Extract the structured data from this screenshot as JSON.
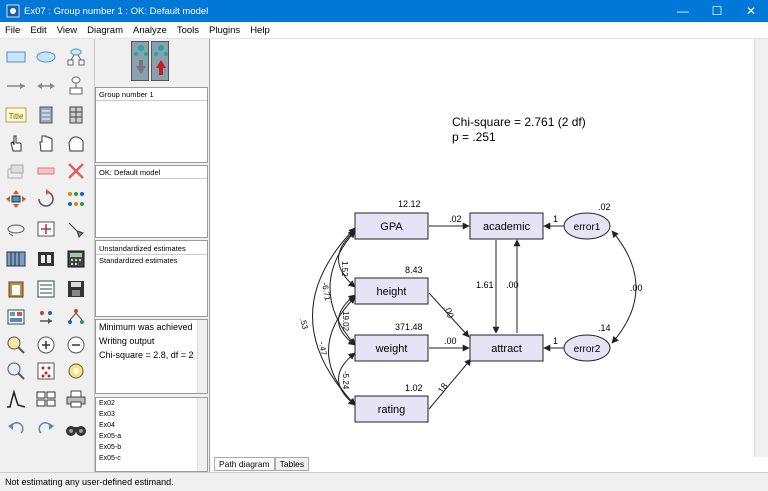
{
  "window": {
    "title": "Ex07 : Group number 1 : OK: Default model",
    "controls": [
      "minimize",
      "maximize",
      "close"
    ]
  },
  "menu": [
    "File",
    "Edit",
    "View",
    "Diagram",
    "Analyze",
    "Tools",
    "Plugins",
    "Help"
  ],
  "toolbox": {
    "icons": [
      "draw-observed-icon",
      "draw-unobserved-icon",
      "draw-latent-icon",
      "draw-path-icon",
      "draw-covariance-icon",
      "unique-variable-icon",
      "title-icon",
      "list-variables-icon",
      "list-dataset-icon",
      "select-one-icon",
      "select-all-icon",
      "deselect-all-icon",
      "duplicate-icon",
      "move-icon",
      "erase-icon",
      "move-parameter-icon",
      "rotate-icon",
      "reflect-indicators-icon",
      "resize-icon",
      "scroll-icon",
      "touch-up-icon",
      "data-files-icon",
      "analysis-properties-icon",
      "calculate-estimates-icon",
      "copy-to-clipboard-icon",
      "view-text-icon",
      "save-icon",
      "object-properties-icon",
      "drag-properties-icon",
      "preserve-symmetries-icon",
      "zoom-in-area-icon",
      "zoom-in-icon",
      "zoom-out-icon",
      "zoom-page-icon",
      "fit-page-icon",
      "loupe-icon",
      "bayesian-icon",
      "multiple-group-icon",
      "print-icon",
      "undo-icon",
      "redo-icon",
      "specification-search-icon"
    ],
    "title_tool_label": "Title"
  },
  "panels": {
    "group": "Group number 1",
    "model": "OK: Default model",
    "estimates": [
      "Unstandardized estimates",
      "Standardized estimates"
    ],
    "messages": [
      "Minimum was achieved",
      "Writing output",
      "Chi-square = 2.8, df = 2"
    ],
    "files": [
      "Ex02",
      "Ex03",
      "Ex04",
      "Ex05-a",
      "Ex05-b",
      "Ex05-c"
    ]
  },
  "diagram": {
    "fit_chi": "Chi-square = 2.761 (2 df)",
    "fit_p": "p = .251",
    "variables": {
      "gpa": {
        "label": "GPA",
        "value": "12.12"
      },
      "height": {
        "label": "height",
        "value": "8.43"
      },
      "weight": {
        "label": "weight",
        "value": "371.48"
      },
      "rating": {
        "label": "rating",
        "value": "1.02"
      },
      "academic": {
        "label": "academic"
      },
      "attract": {
        "label": "attract"
      },
      "error1": {
        "label": "error1",
        "value": ".02"
      },
      "error2": {
        "label": "error2",
        "value": ".14"
      }
    },
    "paths": {
      "gpa_academic": ".02",
      "height_attract": ".00",
      "weight_attract": ".00",
      "rating_attract": ".18",
      "academic_attract": "1.61",
      "attract_academic": ".00",
      "error1_academic": "1",
      "error2_attract": "1",
      "error_cov": ".00"
    },
    "covariances": {
      "gpa_height": "1.52",
      "gpa_weight": "-6.71",
      "gpa_rating": ".53",
      "height_weight": "19.02",
      "height_rating": "-.47",
      "weight_rating": "-5.24"
    }
  },
  "tabs": [
    "Path diagram",
    "Tables"
  ],
  "status": "Not estimating any user-defined estimand."
}
